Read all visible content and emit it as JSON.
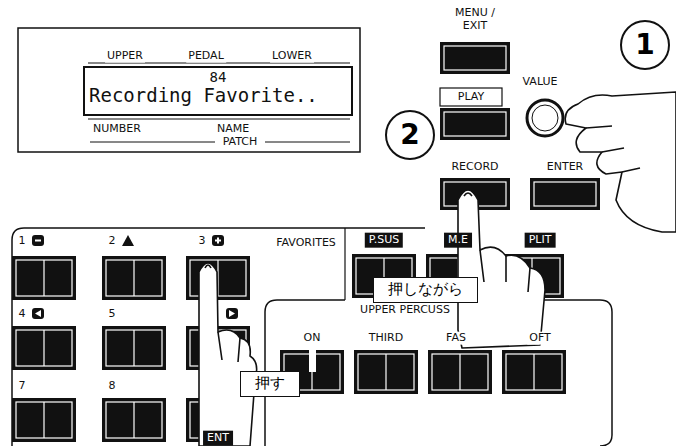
{
  "diagram": {
    "nodes": [
      {
        "text": [
          "84",
          "Recording Favorite.."
        ]
      },
      {
        "text": [
          "1"
        ]
      },
      {
        "text": [
          "2"
        ]
      },
      {
        "text": [
          "押しながら"
        ]
      },
      {
        "text": [
          "押す"
        ]
      }
    ],
    "labels": [
      "UPPER",
      "PEDAL",
      "LOWER",
      "NUMBER",
      "NAME",
      "PATCH",
      "MENU / EXIT",
      "PLAY",
      "VALUE",
      "RECORD",
      "ENTER",
      "1",
      "2",
      "3",
      "4",
      "5",
      "7",
      "8",
      "FAVORITES",
      "P.SUS",
      "M.E",
      "PLIT",
      "UPPER PERCUSS",
      "ON",
      "THIRD",
      "FAS",
      "OFT",
      "ENT"
    ]
  }
}
